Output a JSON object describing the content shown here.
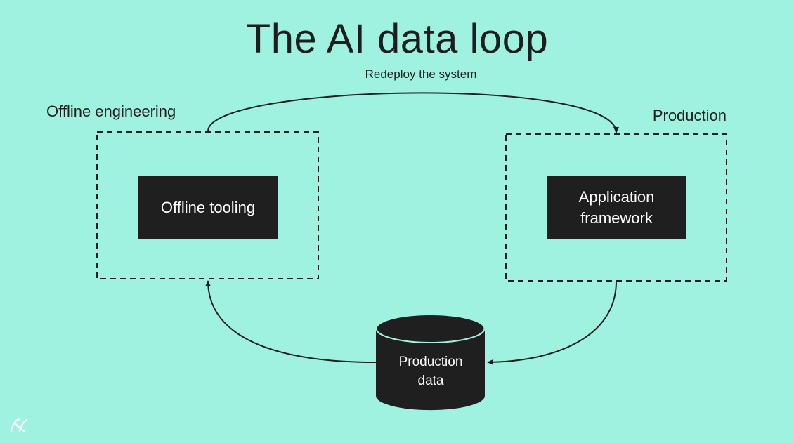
{
  "title": "The AI data loop",
  "edges": {
    "redeploy_label": "Redeploy the system"
  },
  "regions": {
    "offline_label": "Offline engineering",
    "production_label": "Production"
  },
  "nodes": {
    "offline_tooling": "Offline tooling",
    "application_framework": "Application\nframework",
    "production_data": "Production\ndata"
  },
  "colors": {
    "background": "#9ff2df",
    "node_fill": "#1f1f1f",
    "line": "#1f1f1f",
    "node_text": "#ffffff"
  },
  "icons": {
    "logo": "logo-mark-icon"
  }
}
